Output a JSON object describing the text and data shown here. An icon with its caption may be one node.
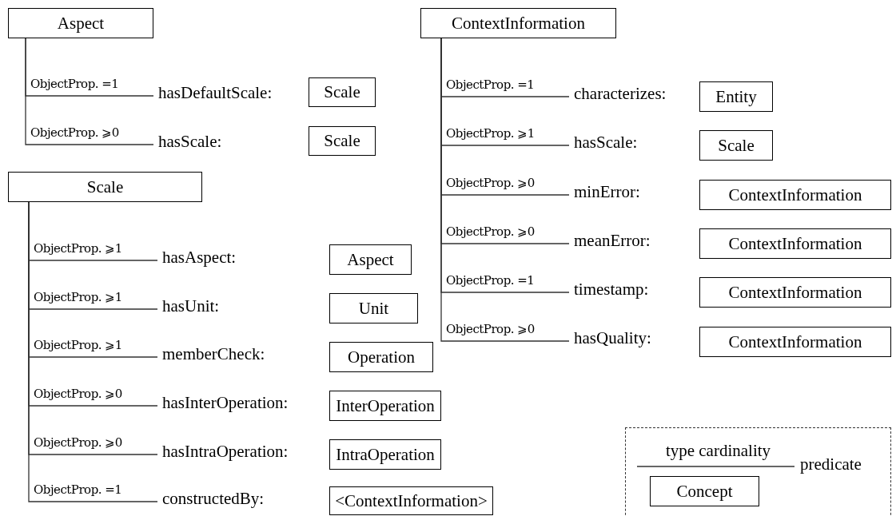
{
  "diagram": {
    "nodes": [
      {
        "text": [
          "Aspect"
        ]
      },
      {
        "text": [
          "hasDefaultScale:"
        ]
      },
      {
        "text": [
          "Scale"
        ]
      },
      {
        "text": [
          "hasScale:"
        ]
      },
      {
        "text": [
          "Scale"
        ]
      },
      {
        "text": [
          "Scale"
        ]
      },
      {
        "text": [
          "hasAspect:"
        ]
      },
      {
        "text": [
          "Aspect"
        ]
      },
      {
        "text": [
          "hasUnit:"
        ]
      },
      {
        "text": [
          "Unit"
        ]
      },
      {
        "text": [
          "memberCheck:"
        ]
      },
      {
        "text": [
          "Operation"
        ]
      },
      {
        "text": [
          "hasInterOperation:"
        ]
      },
      {
        "text": [
          "InterOperation"
        ]
      },
      {
        "text": [
          "hasIntraOperation:"
        ]
      },
      {
        "text": [
          "IntraOperation"
        ]
      },
      {
        "text": [
          "constructedBy:"
        ]
      },
      {
        "text": [
          "<ContextInformation>"
        ]
      },
      {
        "text": [
          "ContextInformation"
        ]
      },
      {
        "text": [
          "characterizes:"
        ]
      },
      {
        "text": [
          "Entity"
        ]
      },
      {
        "text": [
          "hasScale:"
        ]
      },
      {
        "text": [
          "Scale"
        ]
      },
      {
        "text": [
          "minError:"
        ]
      },
      {
        "text": [
          "ContextInformation"
        ]
      },
      {
        "text": [
          "meanError:"
        ]
      },
      {
        "text": [
          "ContextInformation"
        ]
      },
      {
        "text": [
          "timestamp:"
        ]
      },
      {
        "text": [
          "ContextInformation"
        ]
      },
      {
        "text": [
          "hasQuality:"
        ]
      },
      {
        "text": [
          "ContextInformation"
        ]
      },
      {
        "text": [],
        "shape": "box"
      },
      {
        "text": [
          "predicate"
        ],
        "in": 31
      },
      {
        "text": [
          "Concept"
        ],
        "in": 31
      }
    ],
    "edges": [
      {
        "from": 0,
        "to": 1,
        "arrow": "none",
        "label": "ObjectProp. =1"
      },
      {
        "from": 0,
        "to": 3,
        "arrow": "none",
        "label": "ObjectProp. ⩾0"
      },
      {
        "from": 5,
        "to": 6,
        "arrow": "none",
        "label": "ObjectProp. ⩾1"
      },
      {
        "from": 5,
        "to": 8,
        "arrow": "none",
        "label": "ObjectProp. ⩾1"
      },
      {
        "from": 5,
        "to": 10,
        "arrow": "none",
        "label": "ObjectProp. ⩾1"
      },
      {
        "from": 5,
        "to": 12,
        "arrow": "none",
        "label": "ObjectProp. ⩾0"
      },
      {
        "from": 5,
        "to": 14,
        "arrow": "none",
        "label": "ObjectProp. ⩾0"
      },
      {
        "from": 5,
        "to": 16,
        "arrow": "none",
        "label": "ObjectProp. =1"
      },
      {
        "from": 18,
        "to": 19,
        "arrow": "none",
        "label": "ObjectProp. =1"
      },
      {
        "from": 18,
        "to": 21,
        "arrow": "none",
        "label": "ObjectProp. ⩾1"
      },
      {
        "from": 18,
        "to": 23,
        "arrow": "none",
        "label": "ObjectProp. ⩾0"
      },
      {
        "from": 18,
        "to": 25,
        "arrow": "none",
        "label": "ObjectProp. ⩾0"
      },
      {
        "from": 18,
        "to": 27,
        "arrow": "none",
        "label": "ObjectProp. =1"
      },
      {
        "from": 18,
        "to": 29,
        "arrow": "none",
        "label": "ObjectProp. ⩾0"
      },
      {
        "from": null,
        "to": 32,
        "arrow": "none",
        "label": "type cardinality"
      }
    ]
  }
}
